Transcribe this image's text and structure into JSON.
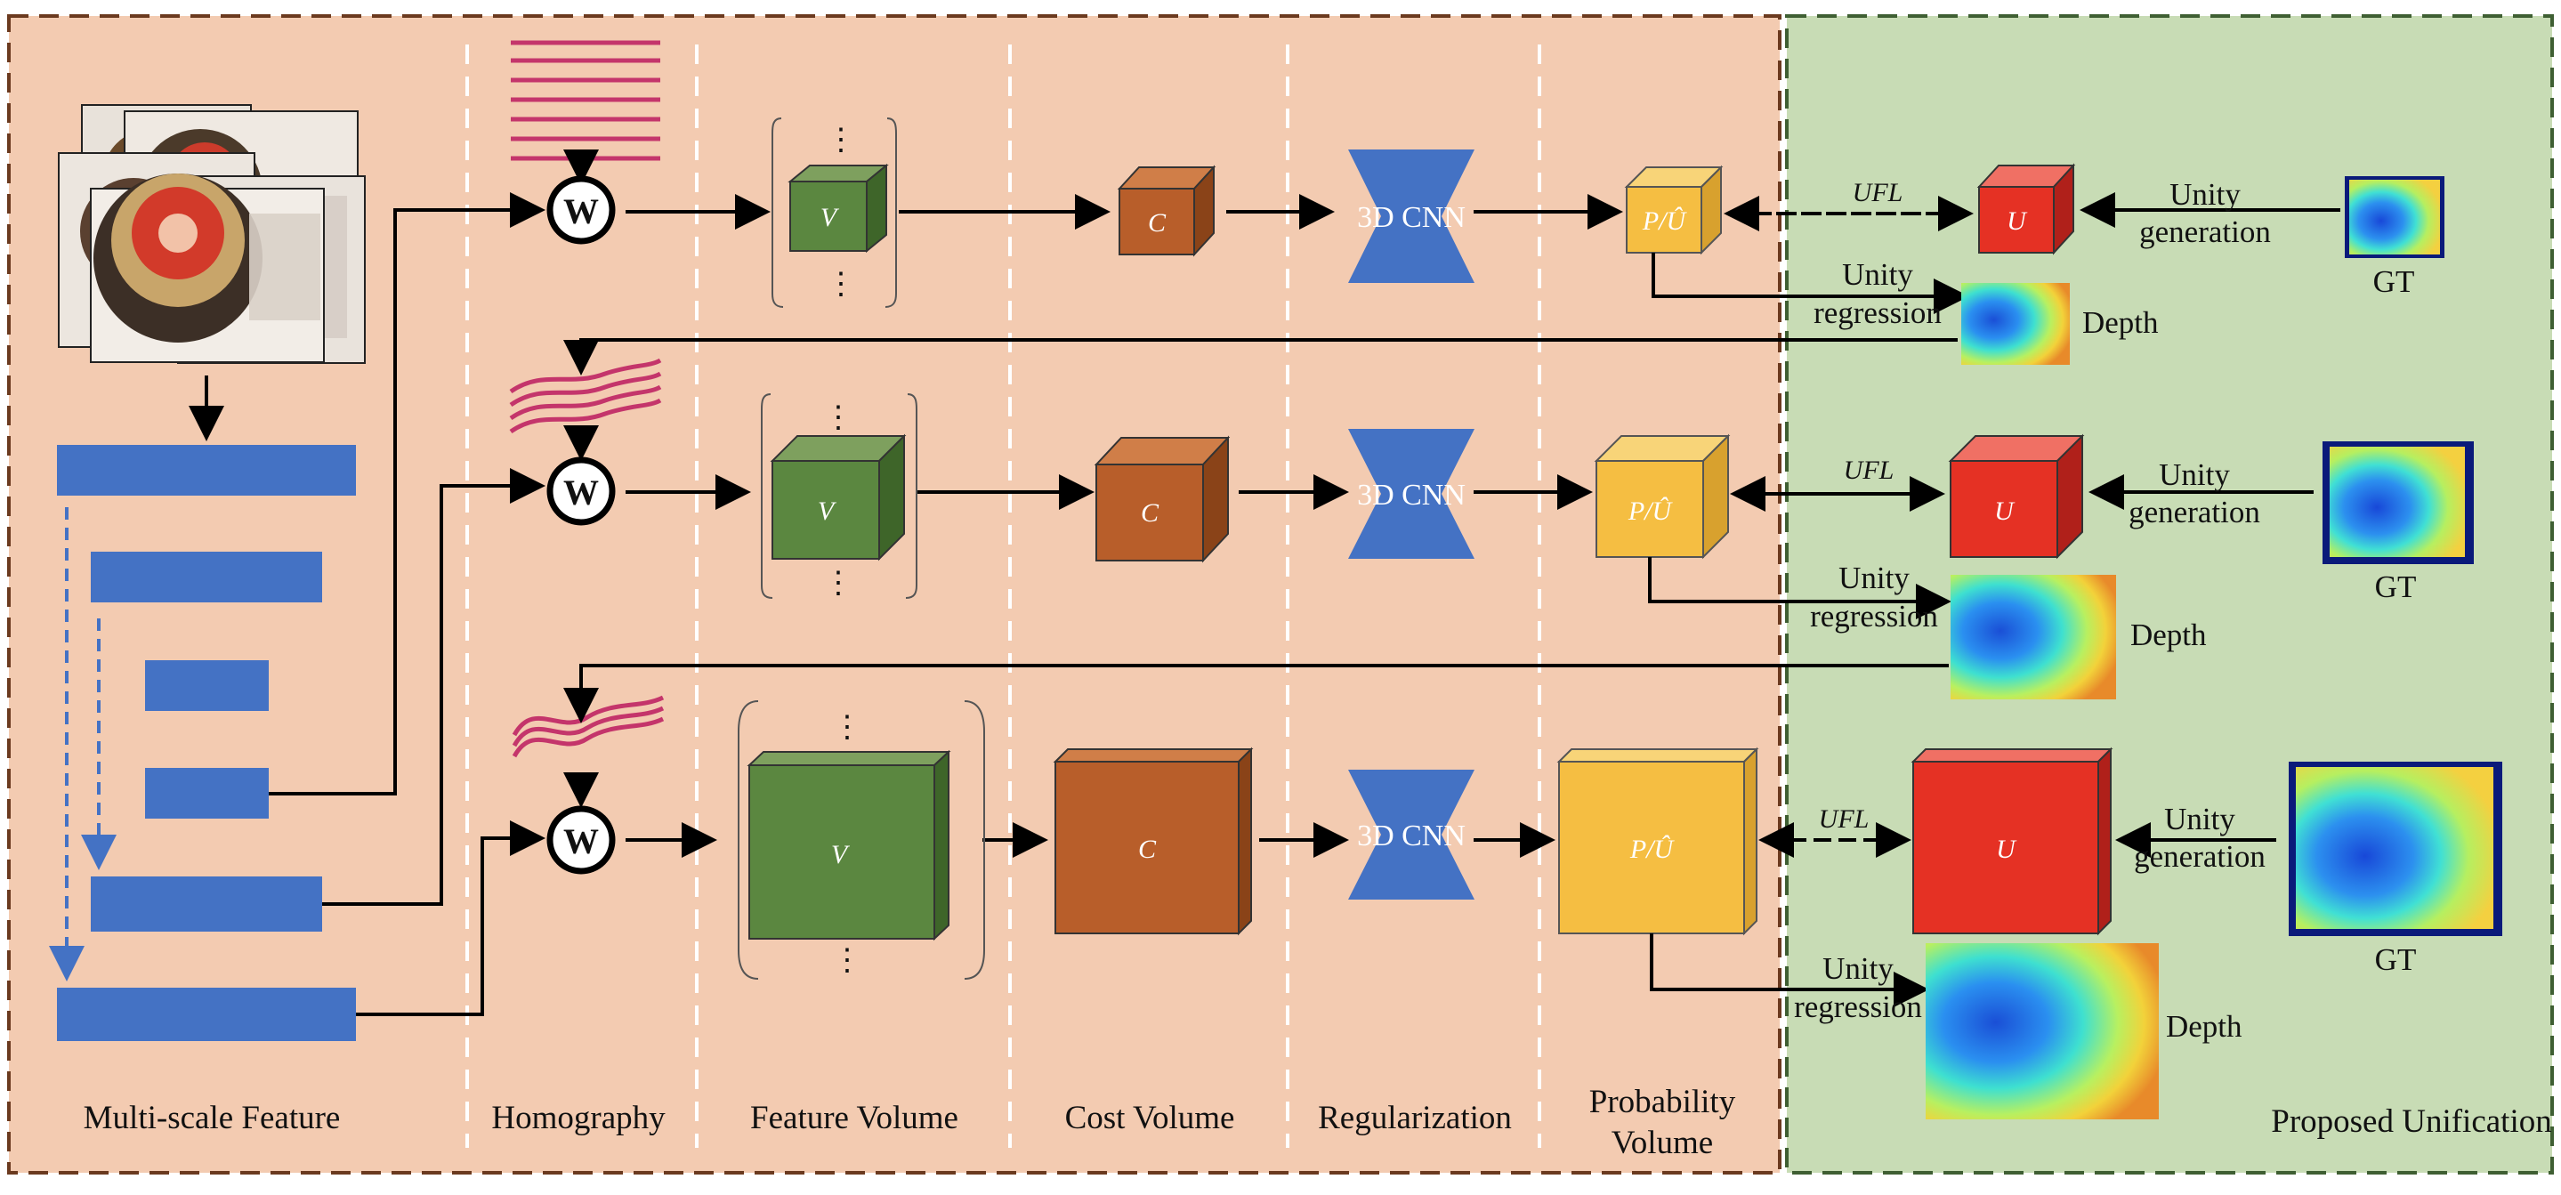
{
  "stages": {
    "multi_scale_feature": "Multi-scale Feature",
    "homography": "Homography",
    "feature_volume": "Feature Volume",
    "cost_volume": "Cost Volume",
    "regularization": "Regularization",
    "probability_volume_line1": "Probability",
    "probability_volume_line2": "Volume",
    "proposed_unification": "Proposed Unification"
  },
  "blocks": {
    "warp_symbol": "W",
    "feature_volume": "V",
    "cost_volume": "C",
    "regularizer": "3D CNN",
    "probability_volume": "P/Û",
    "unity_volume": "U",
    "vertical_dots": "⋮"
  },
  "unification": {
    "loss": "UFL",
    "unity_generation_line1": "Unity",
    "unity_generation_line2": "generation",
    "unity_regression_line1": "Unity",
    "unity_regression_line2": "regression",
    "ground_truth": "GT",
    "depth": "Depth"
  },
  "colors": {
    "left_panel_bg": "#f3cbb1",
    "left_panel_border": "#6b3a1f",
    "right_panel_bg": "#c8dcb5",
    "right_panel_border": "#3f5f33",
    "feature_bar": "#4472c4",
    "feature_volume": "#5b8740",
    "cost_volume": "#b85e2a",
    "regularizer": "#4472c4",
    "probability_volume": "#f5be42",
    "unity_volume": "#e53124",
    "homography_wave": "#c4356b"
  }
}
